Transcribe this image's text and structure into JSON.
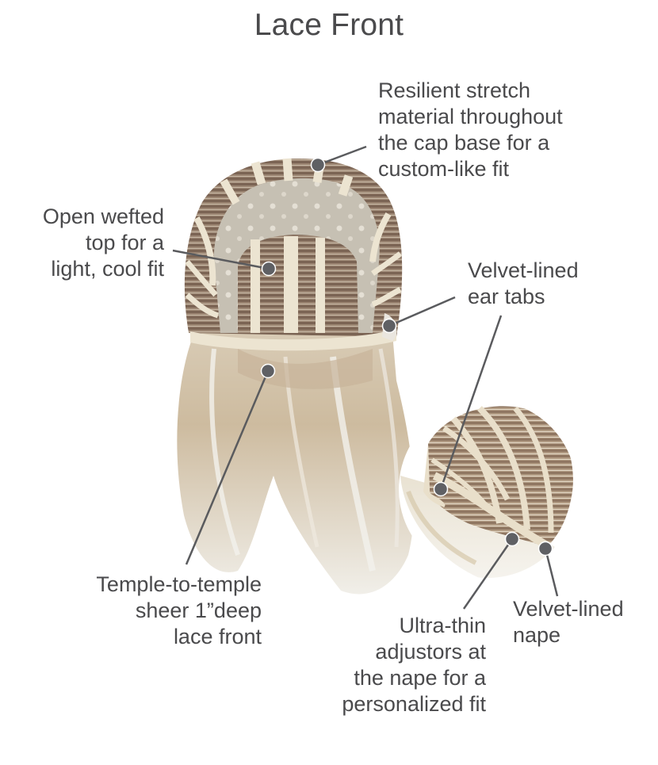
{
  "title": "Lace Front",
  "colors": {
    "text": "#4a4a4c",
    "callout_line": "#5a5b5e",
    "callout_dot": "#5f6064",
    "cap_weft_dark": "#8a7462",
    "cap_band": "#e8e0cc",
    "cap_lace": "#c9c4b8",
    "hair_blonde": "#e6e2d6"
  },
  "callouts": [
    {
      "id": "resilient-stretch",
      "lines": [
        "Resilient stretch",
        "material throughout",
        "the cap base for a",
        "custom-like fit"
      ]
    },
    {
      "id": "open-wefted-top",
      "lines": [
        "Open wefted",
        "top for a",
        "light, cool fit"
      ]
    },
    {
      "id": "velvet-ear-tabs",
      "lines": [
        "Velvet-lined",
        "ear tabs"
      ]
    },
    {
      "id": "lace-front",
      "lines": [
        "Temple-to-temple",
        "sheer 1”deep",
        "lace front"
      ]
    },
    {
      "id": "ultra-thin-adjustors",
      "lines": [
        "Ultra-thin",
        "adjustors at",
        "the nape for a",
        "personalized fit"
      ]
    },
    {
      "id": "velvet-nape",
      "lines": [
        "Velvet-lined",
        "nape"
      ]
    }
  ]
}
